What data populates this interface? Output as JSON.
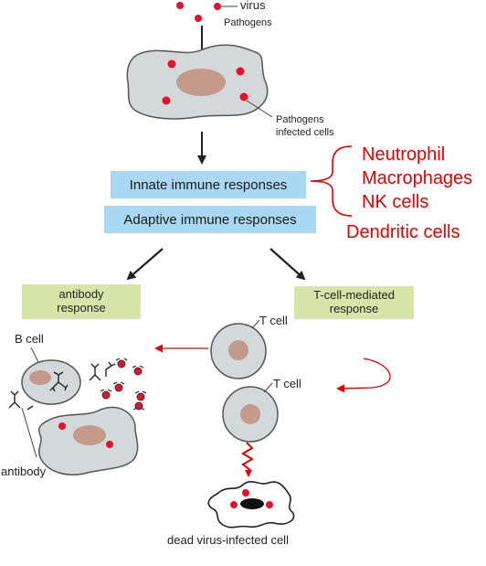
{
  "labels": {
    "virus": "virus",
    "pathogens": "Pathogens",
    "infected_line1": "Pathogens",
    "infected_line2": "infected cells",
    "innate": "Innate immune responses",
    "adaptive": "Adaptive immune responses",
    "antibody_response_line1": "antibody",
    "antibody_response_line2": "response",
    "tcell_response_line1": "T-cell-mediated",
    "tcell_response_line2": "response",
    "b_cell": "B cell",
    "antibody": "antibody",
    "t_cell_top": "T cell",
    "t_cell_lower": "T cell",
    "dead_cell": "dead virus-infected cell"
  },
  "innate_cells": [
    "Neutrophil",
    "Macrophages",
    "NK cells",
    "Dendritic cells"
  ],
  "colors": {
    "cell_fill": "#d3d8db",
    "cell_stroke": "#555555",
    "nucleus": "#c49a8a",
    "pathogen": "#e8102a",
    "arrow_red": "#e00000",
    "box_blue": "#a9d9f2",
    "box_green": "#d6e6a8"
  }
}
